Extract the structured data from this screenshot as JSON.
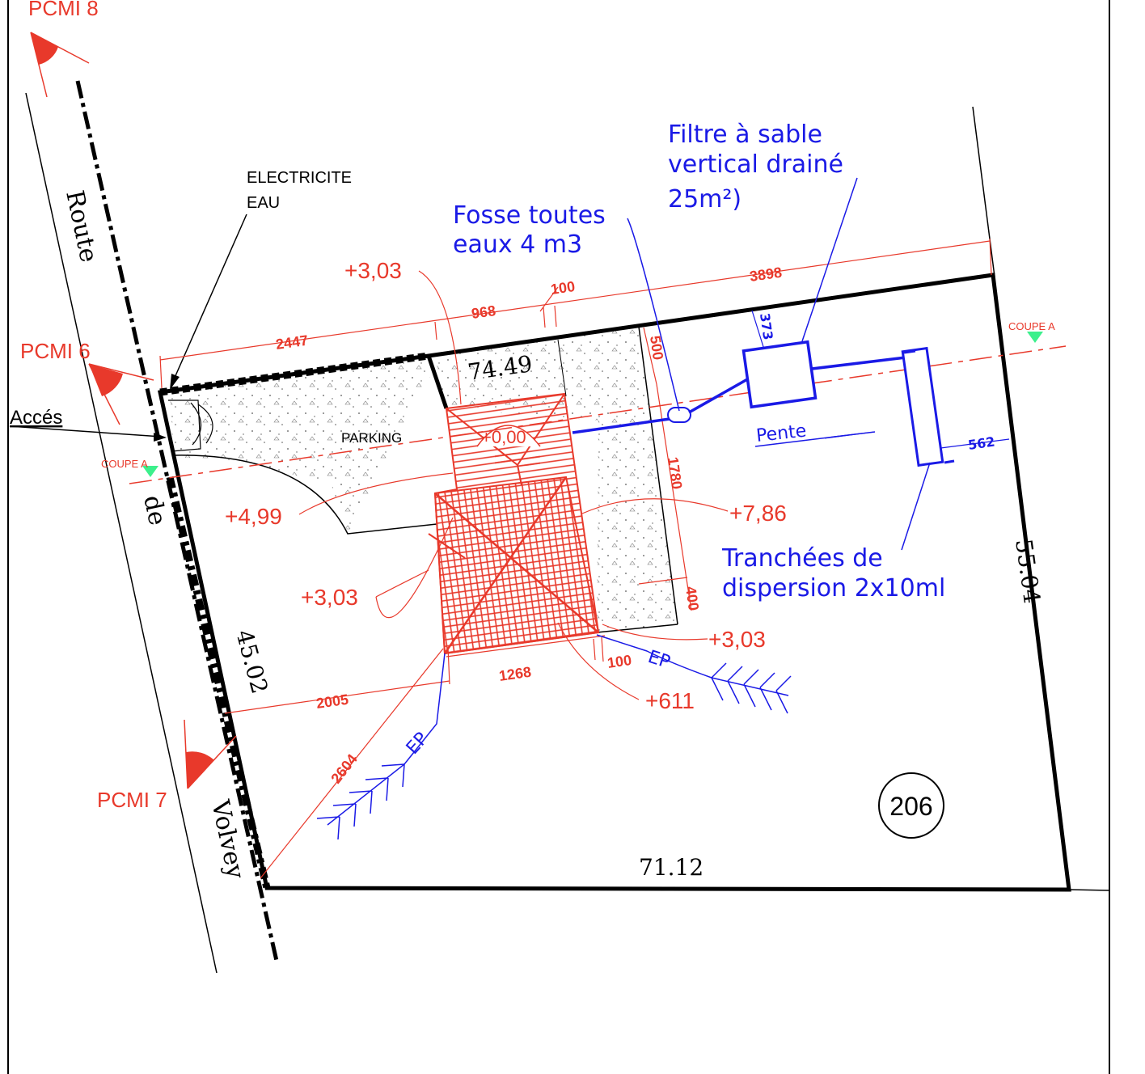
{
  "pcmi": {
    "pcmi8": "PCMI 8",
    "pcmi6": "PCMI 6",
    "pcmi7": "PCMI 7"
  },
  "road": {
    "word1": "Route",
    "word2": "de",
    "word3": "Volvey"
  },
  "labels": {
    "electricite": "ELECTRICITE",
    "eau": "EAU",
    "acces": "Accés",
    "parking": "PARKING",
    "coupe_left": "COUPE A",
    "coupe_right": "COUPE A",
    "pente": "Pente",
    "parcel_number": "206"
  },
  "boundaries": {
    "north": "74.49",
    "west": "45.02",
    "east": "55.04",
    "south": "71.12"
  },
  "levels": {
    "l_303_top": "+3,03",
    "l_000": "+0,00",
    "l_499": "+4,99",
    "l_786": "+7,86",
    "l_303_left": "+3,03",
    "l_303_right": "+3,03",
    "l_611": "+611"
  },
  "dimensions": {
    "d3898": "3898",
    "d968": "968",
    "d100_top": "100",
    "d2447": "2447",
    "d373": "373",
    "d500": "500",
    "d1780": "1780",
    "d400": "400",
    "d562": "562",
    "d1268": "1268",
    "d100_bottom": "100",
    "d2005": "2005",
    "d2604": "2604"
  },
  "sanitation": {
    "filtre_line1": "Filtre à sable",
    "filtre_line2": "vertical drainé",
    "filtre_line3": "25m²)",
    "fosse_line1": "Fosse toutes",
    "fosse_line2": "eaux 4 m3",
    "tranchees_line1": "Tranchées de",
    "tranchees_line2": "dispersion 2x10ml",
    "ep_right": "EP",
    "ep_left": "EP"
  },
  "colors": {
    "red": "#e8392b",
    "blue": "#1a1ae6",
    "black": "#000000",
    "section_marker": "#3cf08c"
  }
}
